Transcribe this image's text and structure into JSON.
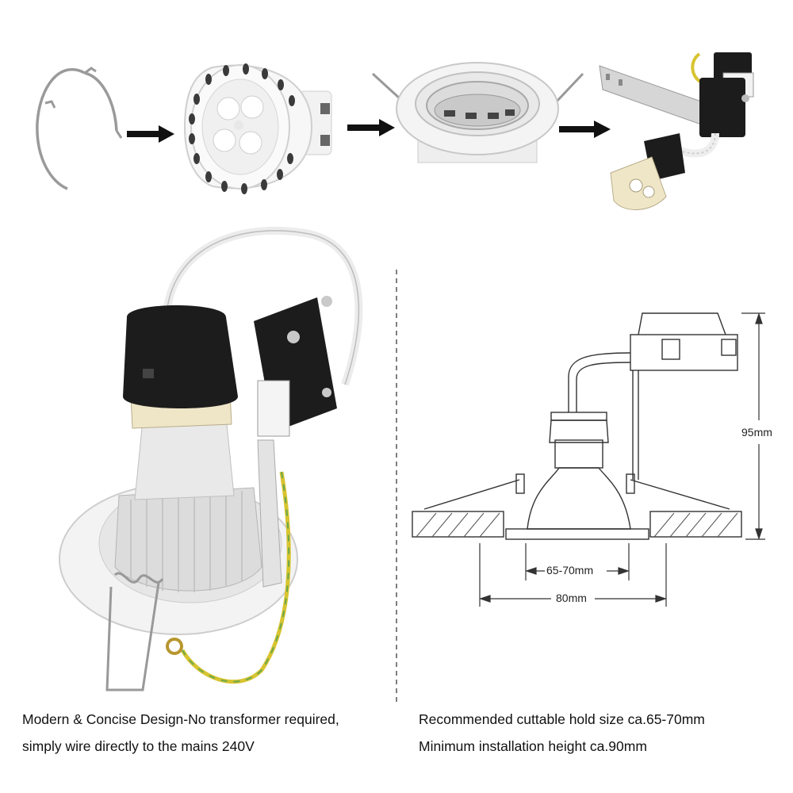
{
  "steps": [
    {
      "name": "spring clip"
    },
    {
      "name": "GU10 LED bulb"
    },
    {
      "name": "tilt ring frame"
    },
    {
      "name": "GU10 socket with terminal box"
    }
  ],
  "colors": {
    "arrow": "#111111",
    "socket_black": "#1c1c1c",
    "ceramic": "#efe6c8",
    "ring_white": "#f4f4f4",
    "earth_wire_yellow": "#d7c430",
    "earth_wire_green": "#6aa84f",
    "drawing_line": "#333333"
  },
  "diagram": {
    "height_label": "95mm",
    "hole_label": "65-70mm",
    "width_label": "80mm"
  },
  "captions": {
    "left_line1": "Modern & Concise Design-No transformer required,",
    "left_line2": "simply wire directly to the mains 240V",
    "right_line1": "Recommended cuttable hold size ca.65-70mm",
    "right_line2": "Minimum installation height ca.90mm"
  }
}
